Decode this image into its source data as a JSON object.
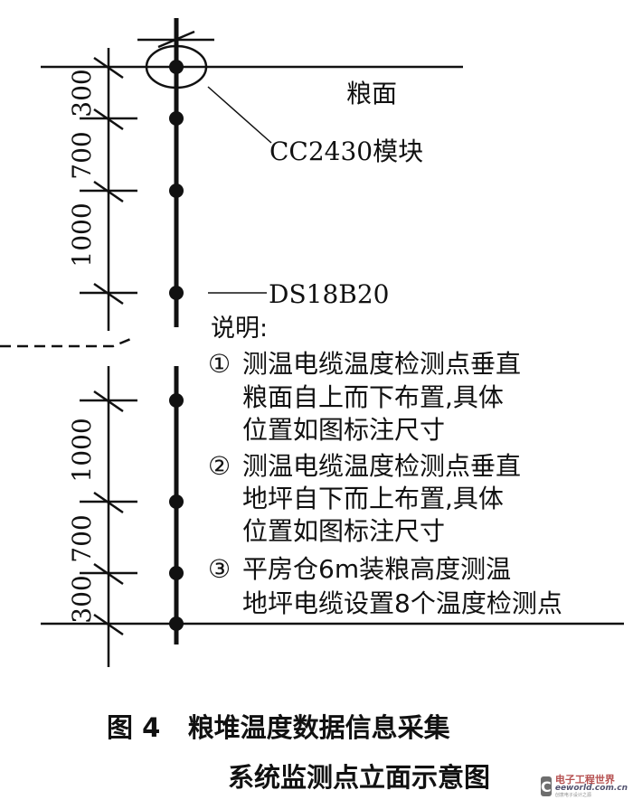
{
  "labels": {
    "surface": "粮面",
    "module": "CC2430模块",
    "sensor": "DS18B20",
    "notes_title": "说明:"
  },
  "dimensions_top": [
    "300",
    "700",
    "1000"
  ],
  "dimensions_bottom": [
    "1000",
    "700",
    "300"
  ],
  "notes": [
    {
      "marker": "①",
      "lines": [
        "测温电缆温度检测点垂直",
        "粮面自上而下布置,具体",
        "位置如图标注尺寸"
      ]
    },
    {
      "marker": "②",
      "lines": [
        "测温电缆温度检测点垂直",
        "地坪自下而上布置,具体",
        "位置如图标注尺寸"
      ]
    },
    {
      "marker": "③",
      "lines": [
        "平房仓6m装粮高度测温",
        "地坪电缆设置8个温度检测点"
      ]
    }
  ],
  "caption": {
    "line1": "图 4   粮堆温度数据信息采集",
    "line2": "系统监测点立面示意图"
  },
  "watermark": {
    "icon": "C",
    "name": "电子工程世界",
    "site": "eeworld.com.cn",
    "slogan": "创意电子设计之源"
  }
}
